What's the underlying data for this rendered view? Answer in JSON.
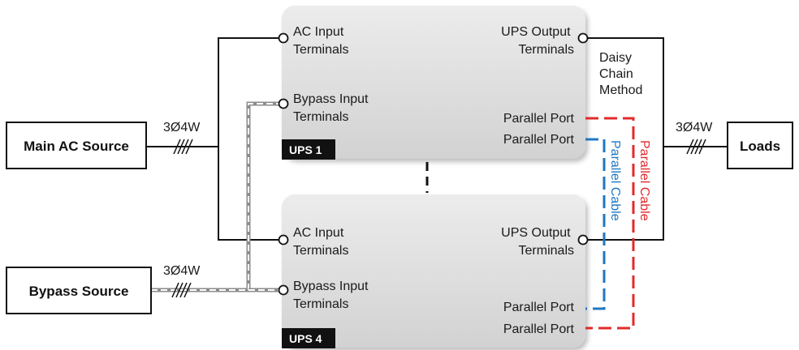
{
  "sources": {
    "main": "Main AC Source",
    "bypass": "Bypass Source",
    "loads": "Loads"
  },
  "wire_spec": {
    "main": "3Ø4W",
    "bypass": "3Ø4W",
    "loads": "3Ø4W"
  },
  "ups1": {
    "tag": "UPS 1",
    "ac_input": [
      "AC Input",
      "Terminals"
    ],
    "bypass_input": [
      "Bypass Input",
      "Terminals"
    ],
    "output": [
      "UPS Output",
      "Terminals"
    ],
    "parallel_port_1": "Parallel Port",
    "parallel_port_2": "Parallel Port"
  },
  "ups4": {
    "tag": "UPS 4",
    "ac_input": [
      "AC Input",
      "Terminals"
    ],
    "bypass_input": [
      "Bypass Input",
      "Terminals"
    ],
    "output": [
      "UPS Output",
      "Terminals"
    ],
    "parallel_port_1": "Parallel Port",
    "parallel_port_2": "Parallel Port"
  },
  "daisy_chain": [
    "Daisy",
    "Chain",
    "Method"
  ],
  "cables": {
    "blue": "Parallel Cable",
    "red": "Parallel Cable"
  },
  "colors": {
    "ups_box": "#d9d9d9",
    "blue_cable": "#1f77c4",
    "red_cable": "#e02b2b",
    "bypass_wire": "#9a9a9a",
    "tag_bg": "#111111"
  }
}
